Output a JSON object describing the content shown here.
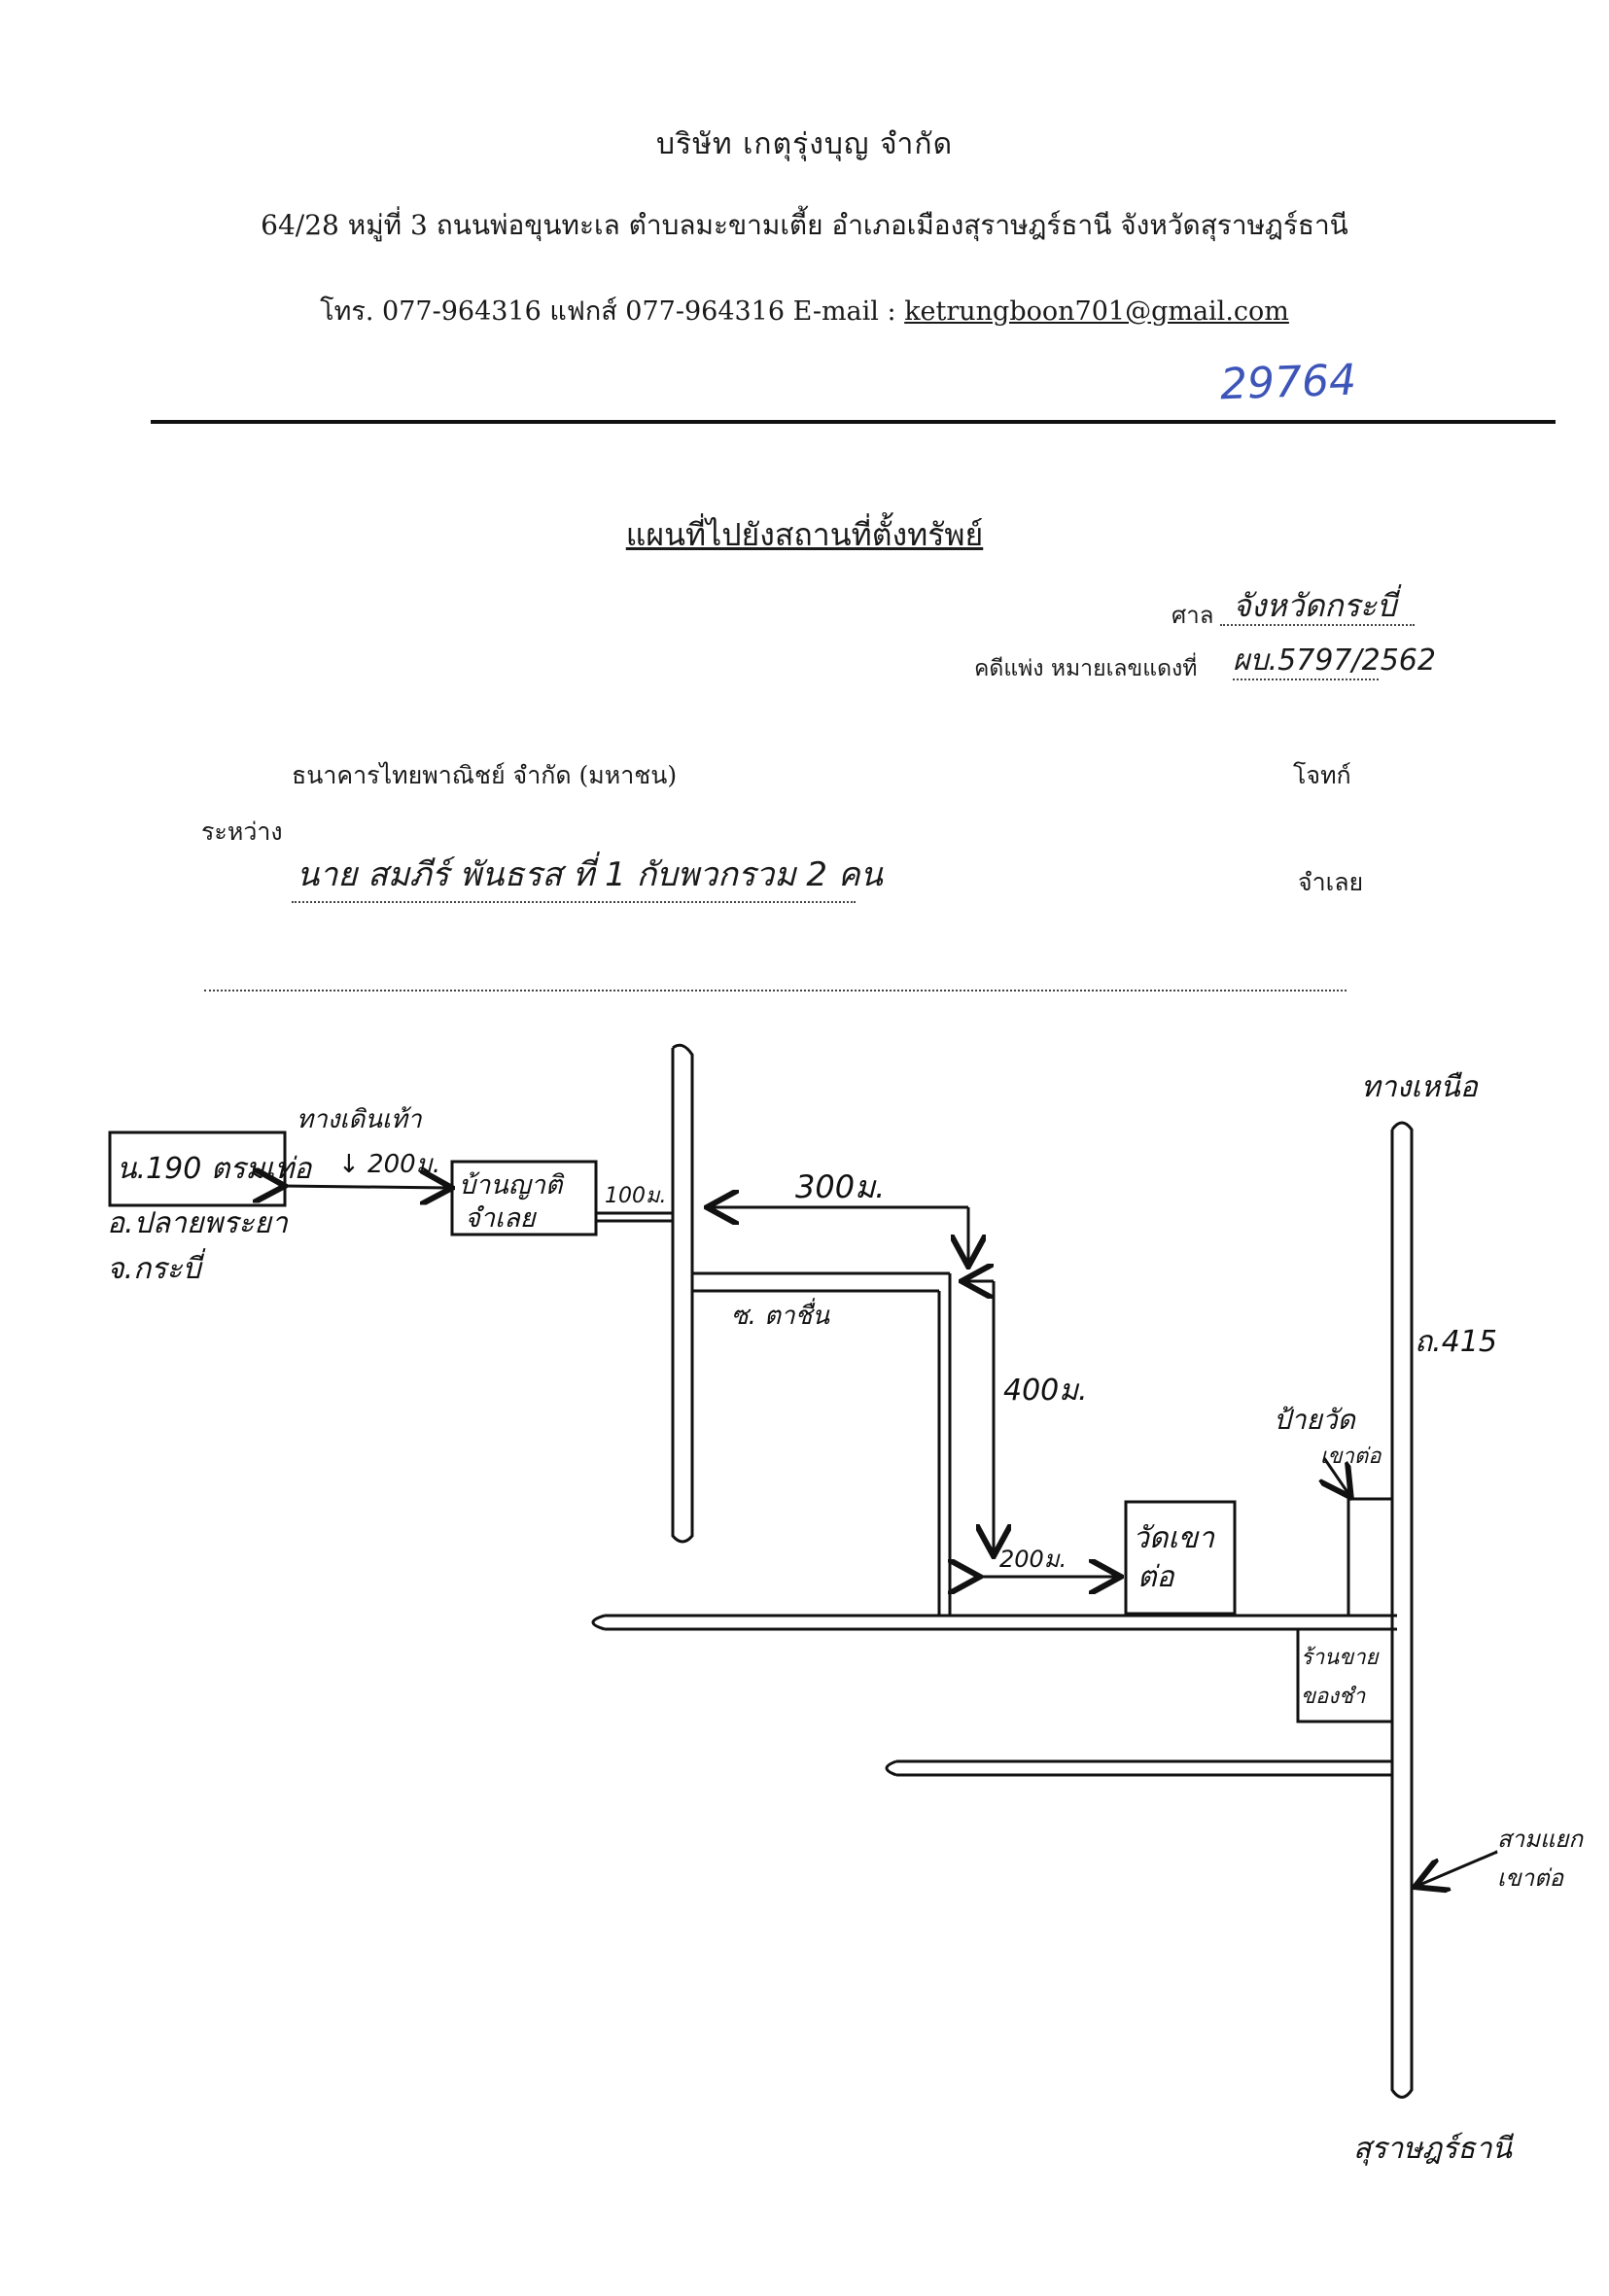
{
  "header": {
    "company": "บริษัท  เกตุรุ่งบุญ  จำกัด",
    "address": "64/28  หมู่ที่ 3 ถนนพ่อขุนทะเล ตำบลมะขามเตี้ย อำเภอเมืองสุราษฎร์ธานี จังหวัดสุราษฎร์ธานี",
    "phone_fax": "โทร. 077-964316 แฟกส์ 077-964316  E-mail : ",
    "email": "ketrungboon701@gmail.com"
  },
  "file_number": "29764",
  "title": "แผนที่ไปยังสถานที่ตั้งทรัพย์",
  "court": {
    "label": "ศาล",
    "value": "จังหวัดกระบี่"
  },
  "case": {
    "label": "คดีแพ่ง  หมายเลขแดงที่",
    "value": "ผบ.5797/2562"
  },
  "parties": {
    "plaintiff": "ธนาคารไทยพาณิชย์ จำกัด (มหาชน)",
    "plaintiff_role": "โจทก์",
    "between_label": "ระหว่าง",
    "defendant": "นาย สมภีร์ พันธรส ที่ 1 กับพวกรวม 2 คน",
    "defendant_role": "จำเลย"
  },
  "map_labels": {
    "parcel": "น.190 ตรมเท่อ",
    "parcel_location_1": "อ.ปลายพระยา",
    "parcel_location_2": "จ.กระบี่",
    "path_note": "ทางเดินเท้า",
    "dist_200_a": "↓ 200ม.",
    "house": "บ้านญาติ",
    "house_2": "จำเลย",
    "dist_100": "100ม.",
    "dist_300": "300ม.",
    "soi": "ซ. ตาชื่น",
    "dist_400": "400ม.",
    "dist_200_b": "200ม.",
    "temple_1": "วัดเขา",
    "temple_2": "ต่อ",
    "north": "ทางเหนือ",
    "highway": "ถ.415",
    "sign_1": "ป้ายวัด",
    "sign_2": "เขาต่อ",
    "shop_1": "ร้านขาย",
    "shop_2": "ของชำ",
    "junction_1": "สามแยก",
    "junction_2": "เขาต่อ",
    "south": "สุราษฎร์ธานี"
  }
}
